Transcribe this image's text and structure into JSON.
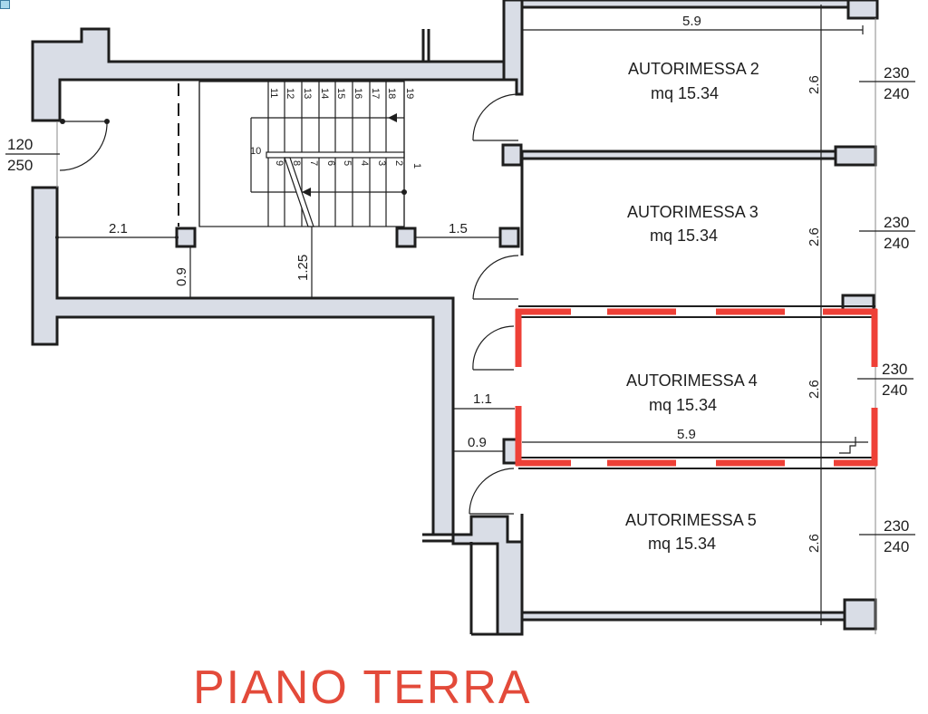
{
  "plan": {
    "title": "PIANO TERRA",
    "colors": {
      "highlight": "#ee4037",
      "wall_fill": "#d9dde6",
      "line": "#1e1e1e",
      "title": "#e34a3a"
    },
    "entrance": {
      "door_height_top": "120",
      "door_height_bottom": "250"
    },
    "stair": {
      "steps_lower": [
        "1",
        "2",
        "3",
        "4",
        "5",
        "6",
        "7",
        "8",
        "9"
      ],
      "landing": "10",
      "steps_upper": [
        "11",
        "12",
        "13",
        "14",
        "15",
        "16",
        "17",
        "18",
        "19"
      ]
    },
    "dimensions": {
      "corridor_width": "2.1",
      "stair_offset": "0.9",
      "stair_depth": "1.25",
      "lobby_width": "1.5",
      "door_a": "1.1",
      "door_b": "0.9",
      "garage_length_top": "5.9",
      "garage_length_4": "5.9"
    },
    "garages": [
      {
        "name": "AUTORIMESSA 2",
        "area": "mq 15.34",
        "width": "2.6",
        "door_top": "230",
        "door_bottom": "240",
        "highlighted": false
      },
      {
        "name": "AUTORIMESSA 3",
        "area": "mq 15.34",
        "width": "2.6",
        "door_top": "230",
        "door_bottom": "240",
        "highlighted": false
      },
      {
        "name": "AUTORIMESSA 4",
        "area": "mq 15.34",
        "width": "2.6",
        "door_top": "230",
        "door_bottom": "240",
        "highlighted": true
      },
      {
        "name": "AUTORIMESSA 5",
        "area": "mq 15.34",
        "width": "2.6",
        "door_top": "230",
        "door_bottom": "240",
        "highlighted": false
      }
    ]
  }
}
